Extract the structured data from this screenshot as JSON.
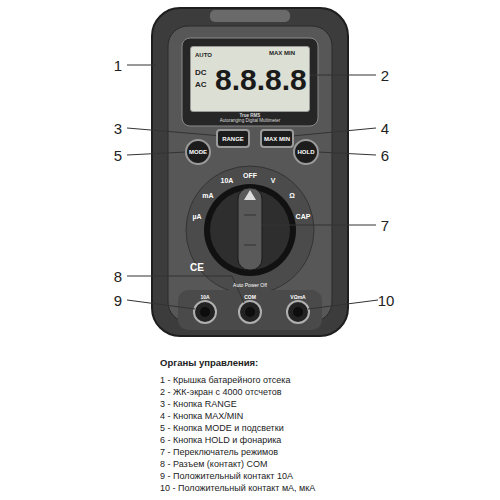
{
  "diagram": {
    "nodes": [
      {
        "text": [
          "AUTO",
          "MAX MIN",
          "DC",
          "AC",
          "8.8.8.8"
        ]
      },
      {
        "text": [
          "MODE"
        ]
      },
      {
        "text": [
          "RANGE"
        ]
      },
      {
        "text": [
          "MAX MIN"
        ]
      },
      {
        "text": [
          "HOLD"
        ]
      }
    ],
    "labels": [
      "1",
      "2",
      "3",
      "4",
      "5",
      "6",
      "7",
      "8",
      "9",
      "10",
      "True RMS",
      "Autoranging Digital Multimeter",
      "OFF",
      "10A",
      "mA",
      "µA",
      "V",
      "Ω",
      "CAP",
      "CE",
      "Auto Power Off",
      "10A",
      "COM",
      "VΩmA",
      "Органы управления:",
      "1 - Крышка батарейного отсека",
      "2 - ЖК-экран с 4000 отсчетов",
      "3 - Кнопка RANGE",
      "4 - Кнопка MAX/MIN",
      "5 - Кнопка MODE и подсветки",
      "6 - Кнопка HOLD и фонарика",
      "7 - Переключатель режимов",
      "8 - Разъем (контакт) COM",
      "9 - Положительный контакт 10А",
      "10 - Положительный контакт мА, мкА"
    ]
  }
}
